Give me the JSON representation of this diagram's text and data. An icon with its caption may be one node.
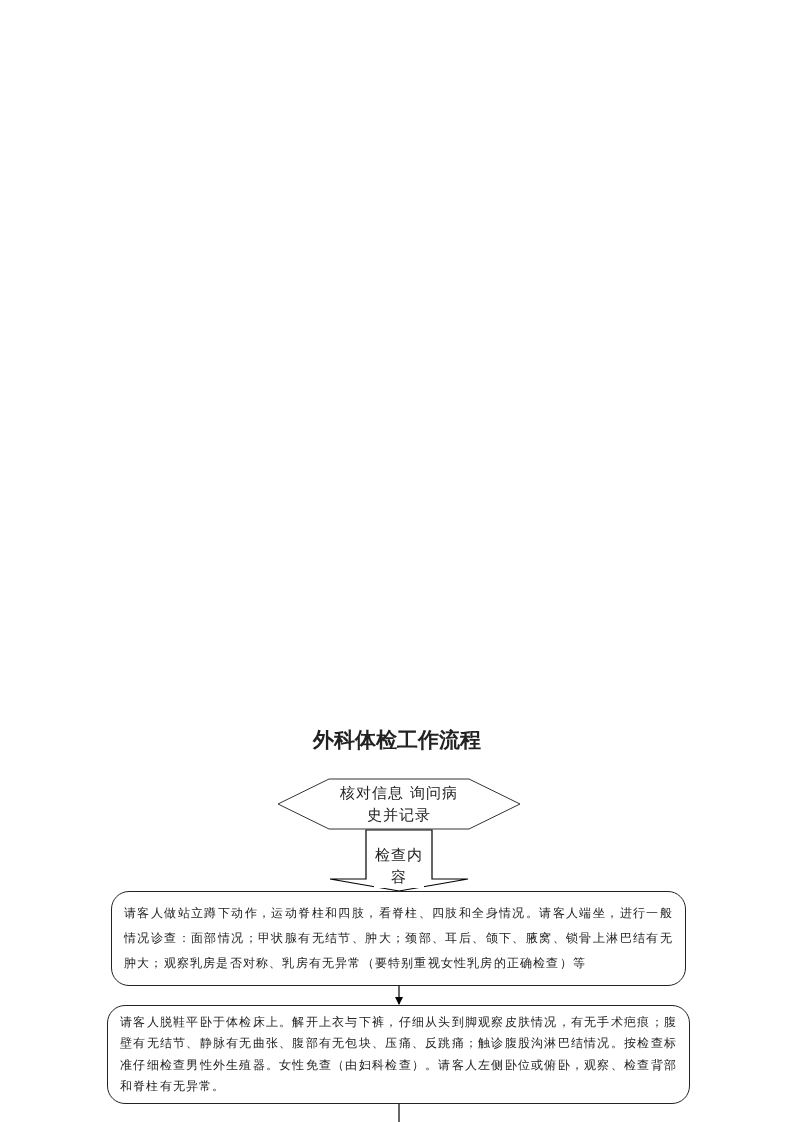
{
  "diagram": {
    "title": "外科体检工作流程",
    "nodes": [
      {
        "text": [
          "核对信息 询问病史并记录"
        ]
      },
      {
        "text": [
          "请客人做站立蹲下动作，运动脊柱和四肢，看脊柱、四肢和全身情况。请客人端坐，进行一般情况诊查：面部情况；甲状腺有无结节、肿大；颈部、耳后、颌下、腋窝、锁骨上淋巴结有无肿大；观察乳房是否对称、乳房有无异常（要特别重视女性乳房的正确检查）等"
        ]
      },
      {
        "text": [
          "请客人脱鞋平卧于体检床上。解开上衣与下裤，仔细从头到脚观察皮肤情况，有无手术疤痕；腹壁有无结节、静脉有无曲张、腹部有无包块、压痛、反跳痛；触诊腹股沟淋巴结情况。按检查标准仔细检查男性外生殖器。女性免查（由妇科检查）。请客人左侧卧位或俯卧，观察、检查背部和脊柱有无异常。"
        ]
      }
    ],
    "edges": [
      {
        "from": 0,
        "to": 1,
        "arrow": "to",
        "label": "检查内容",
        "style": "thick"
      },
      {
        "from": 1,
        "to": 2,
        "arrow": "to"
      },
      {
        "from": 2,
        "to": null,
        "arrow": "none"
      }
    ]
  }
}
